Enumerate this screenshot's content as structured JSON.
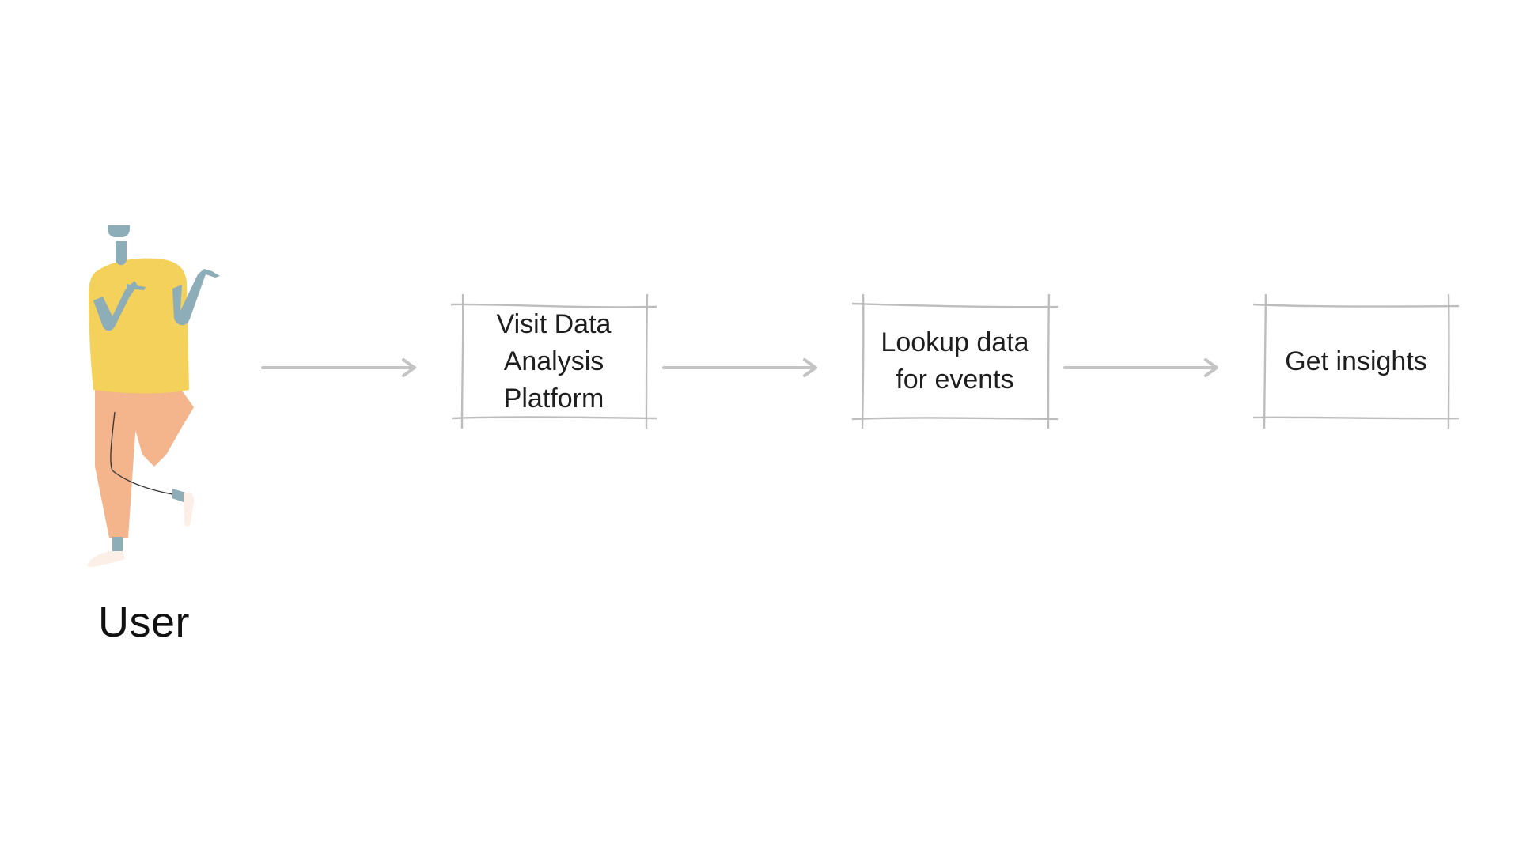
{
  "actor": {
    "label": "User",
    "icon": "person-illustration-icon"
  },
  "steps": [
    {
      "label": "Visit Data\nAnalysis\n Platform"
    },
    {
      "label": "Lookup data\nfor events"
    },
    {
      "label": "Get insights"
    }
  ],
  "colors": {
    "shirt": "#F3D15B",
    "pants": "#F4B48C",
    "skin": "#8DADB9",
    "hair": "#256463",
    "shoes": "#FBEFE8",
    "arrow": "#C4C4C4",
    "box_stroke": "#BDBDBD",
    "text": "#1E1E1E"
  }
}
